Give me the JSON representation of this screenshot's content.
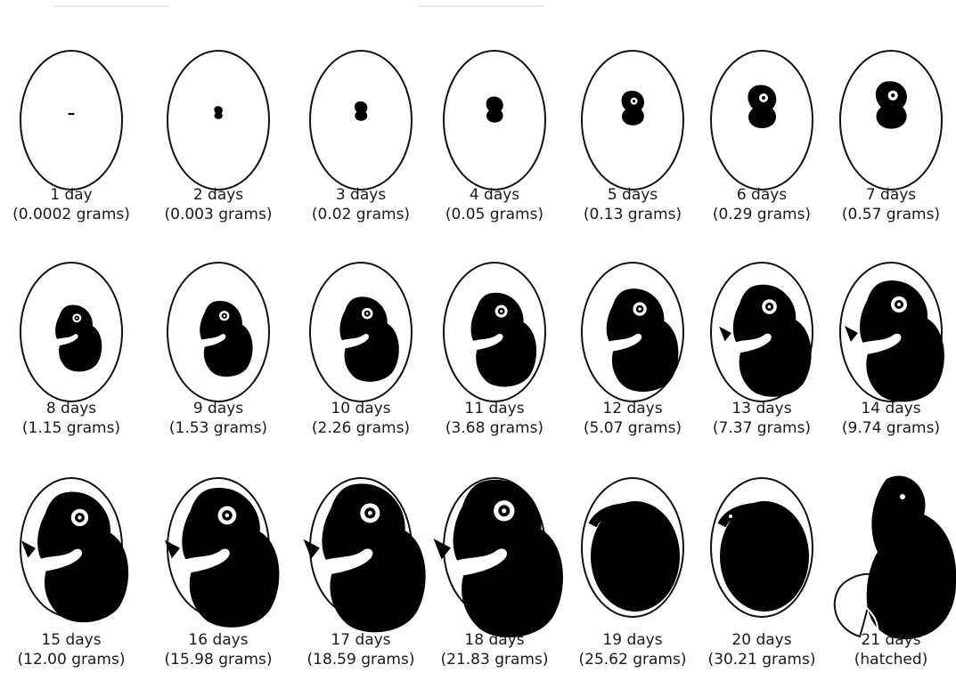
{
  "stages": [
    {
      "day": "1 day",
      "weight": "(0.0002 grams)",
      "grams": 0.0002
    },
    {
      "day": "2 days",
      "weight": "(0.003 grams)",
      "grams": 0.003
    },
    {
      "day": "3 days",
      "weight": "(0.02 grams)",
      "grams": 0.02
    },
    {
      "day": "4 days",
      "weight": "(0.05 grams)",
      "grams": 0.05
    },
    {
      "day": "5 days",
      "weight": "(0.13 grams)",
      "grams": 0.13
    },
    {
      "day": "6 days",
      "weight": "(0.29 grams)",
      "grams": 0.29
    },
    {
      "day": "7 days",
      "weight": "(0.57 grams)",
      "grams": 0.57
    },
    {
      "day": "8 days",
      "weight": "(1.15 grams)",
      "grams": 1.15
    },
    {
      "day": "9 days",
      "weight": "(1.53 grams)",
      "grams": 1.53
    },
    {
      "day": "10 days",
      "weight": "(2.26 grams)",
      "grams": 2.26
    },
    {
      "day": "11 days",
      "weight": "(3.68 grams)",
      "grams": 3.68
    },
    {
      "day": "12 days",
      "weight": "(5.07 grams)",
      "grams": 5.07
    },
    {
      "day": "13 days",
      "weight": "(7.37 grams)",
      "grams": 7.37
    },
    {
      "day": "14 days",
      "weight": "(9.74 grams)",
      "grams": 9.74
    },
    {
      "day": "15 days",
      "weight": "(12.00 grams)",
      "grams": 12.0
    },
    {
      "day": "16 days",
      "weight": "(15.98 grams)",
      "grams": 15.98
    },
    {
      "day": "17 days",
      "weight": "(18.59 grams)",
      "grams": 18.59
    },
    {
      "day": "18 days",
      "weight": "(21.83 grams)",
      "grams": 21.83
    },
    {
      "day": "19 days",
      "weight": "(25.62 grams)",
      "grams": 25.62
    },
    {
      "day": "20 days",
      "weight": "(30.21 grams)",
      "grams": 30.21
    },
    {
      "day": "21 days",
      "weight": "(hatched)",
      "grams": null
    }
  ],
  "colors": {
    "embryo": "#000000",
    "outline": "#111111",
    "background": "#ffffff"
  }
}
